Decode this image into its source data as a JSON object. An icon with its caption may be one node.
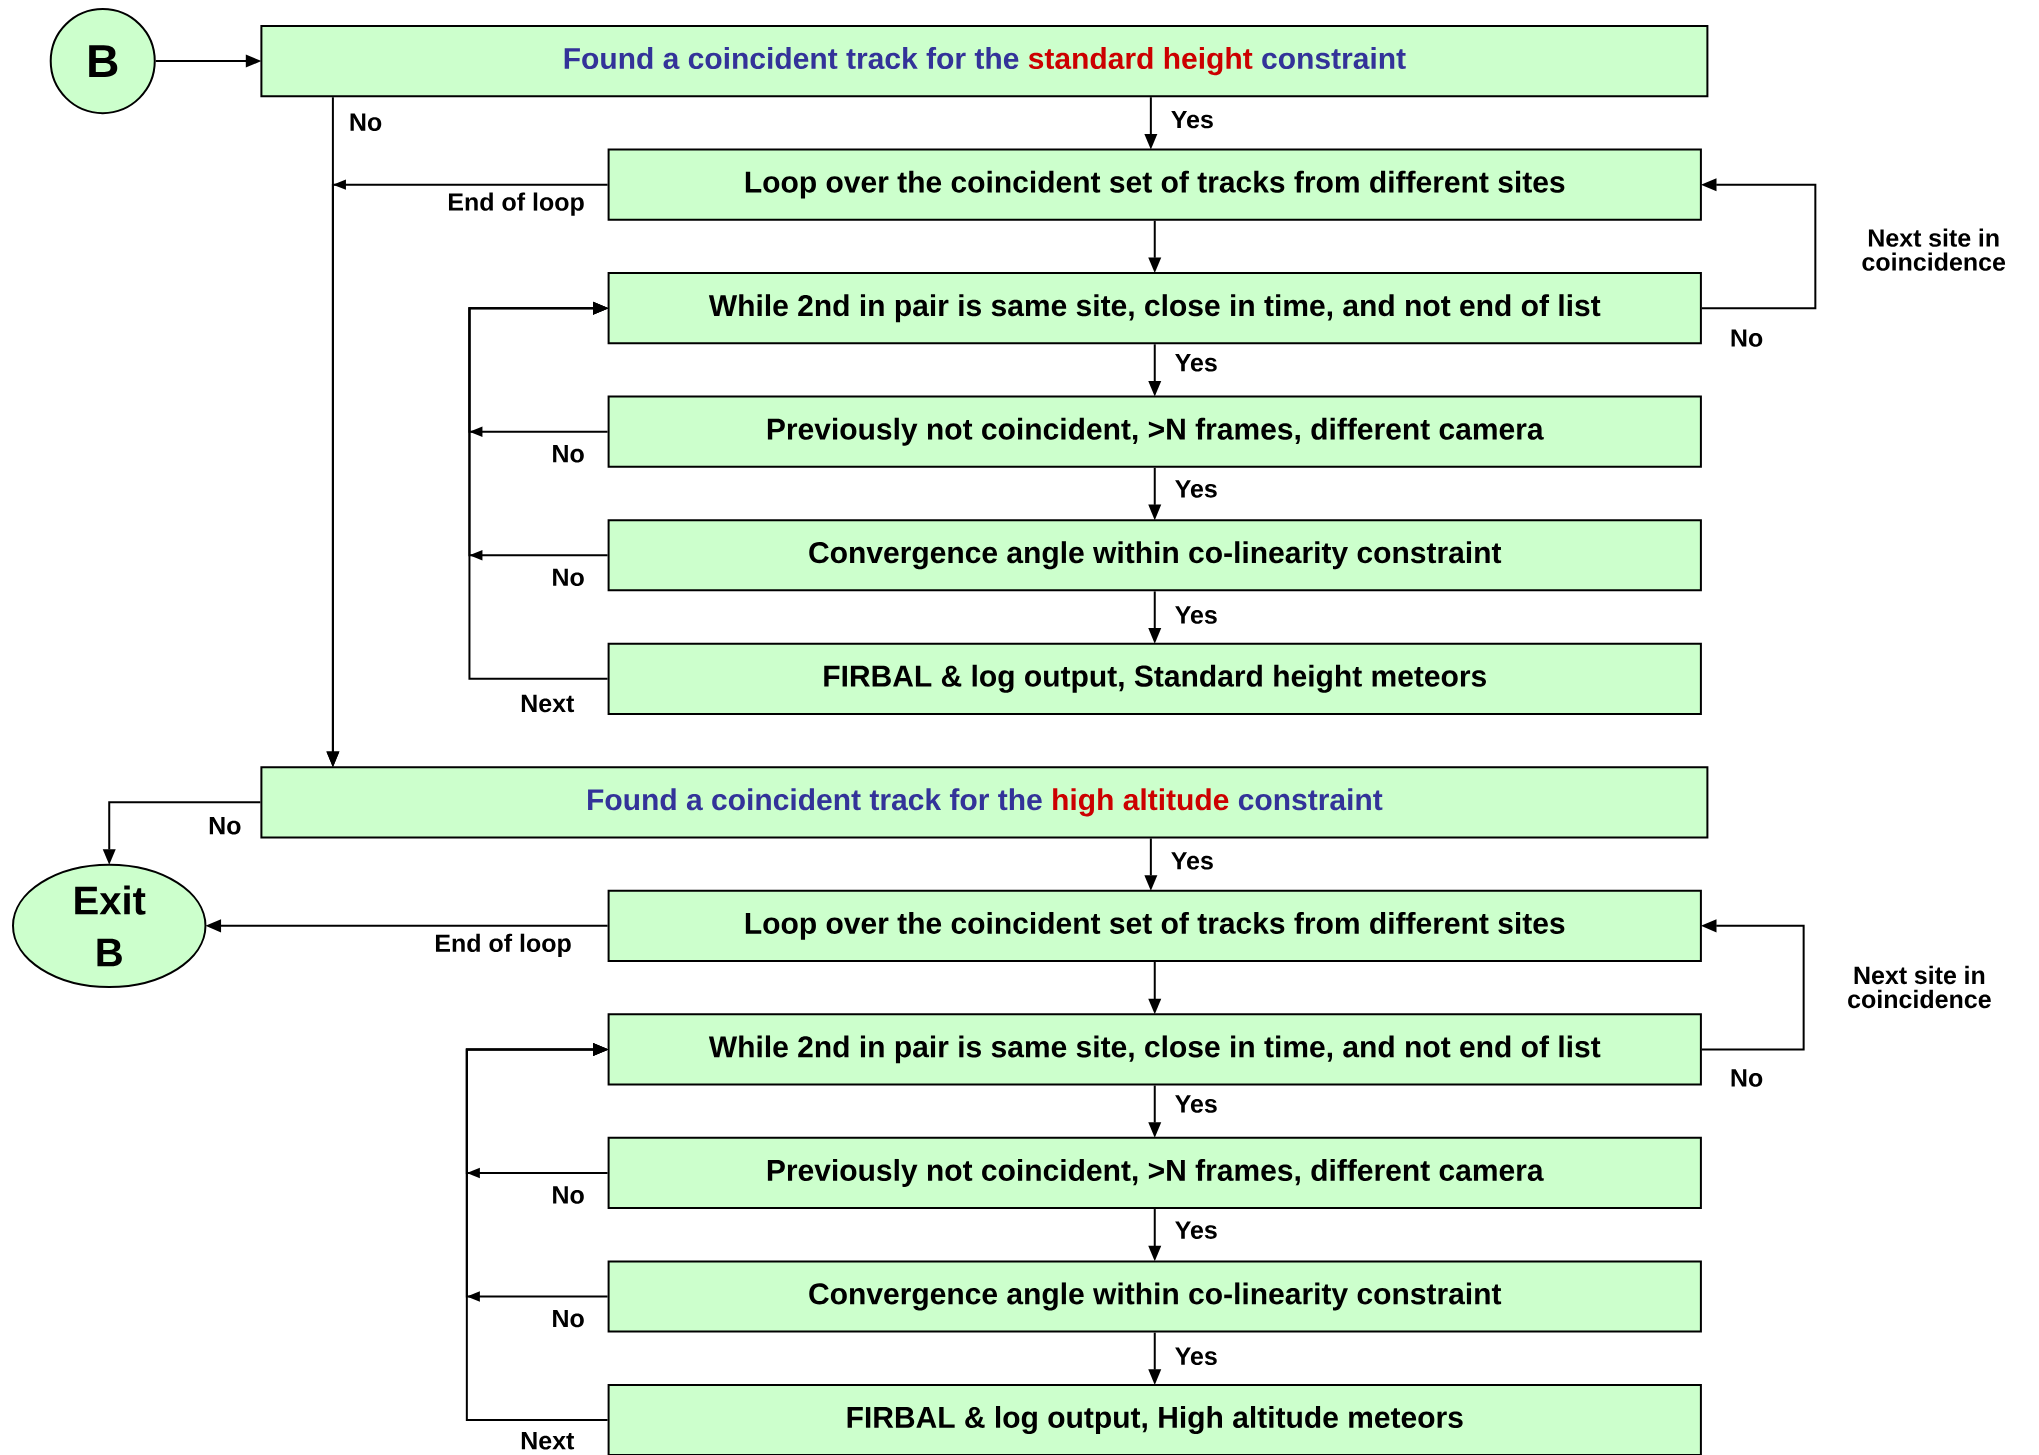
{
  "diagram": {
    "nodes": [
      {
        "text": [
          "B"
        ]
      },
      {
        "text": [
          "Found a coincident track for the",
          "standard height",
          "constraint"
        ]
      },
      {
        "text": [
          "Loop over the coincident set of tracks from different sites"
        ]
      },
      {
        "text": [
          "While 2nd in pair is same site, close in time, and not end of list"
        ]
      },
      {
        "text": [
          "Previously not coincident,  >N frames,  different camera"
        ]
      },
      {
        "text": [
          "Convergence angle within co-linearity constraint"
        ]
      },
      {
        "text": [
          "FIRBAL & log output,   Standard height meteors"
        ]
      },
      {
        "text": [
          "Found a coincident track for the",
          "high altitude",
          "constraint"
        ]
      },
      {
        "text": [
          "Exit B"
        ]
      },
      {
        "text": [
          "Loop over the coincident set of tracks from different sites"
        ]
      },
      {
        "text": [
          "While 2nd in pair is same site, close in time, and not end of list"
        ]
      },
      {
        "text": [
          "Previously not coincident,  >N frames,  different camera"
        ]
      },
      {
        "text": [
          "Convergence angle within co-linearity constraint"
        ]
      },
      {
        "text": [
          "FIRBAL & log output,   High altitude meteors"
        ]
      }
    ],
    "edges": [
      {
        "from": 0,
        "to": 1,
        "arrow": "to"
      },
      {
        "from": 1,
        "to": 2,
        "arrow": "to",
        "label": "Yes"
      },
      {
        "from": 1,
        "to": 7,
        "arrow": "to",
        "label": "No"
      },
      {
        "from": 2,
        "to": 7,
        "arrow": "to",
        "label": "End of loop"
      },
      {
        "from": 2,
        "to": 3,
        "arrow": "to"
      },
      {
        "from": 3,
        "to": 2,
        "arrow": "to",
        "label": "No"
      },
      {
        "from": 3,
        "to": 4,
        "arrow": "to",
        "label": "Yes"
      },
      {
        "from": 4,
        "to": 3,
        "arrow": "to",
        "label": "No"
      },
      {
        "from": 4,
        "to": 5,
        "arrow": "to",
        "label": "Yes"
      },
      {
        "from": 5,
        "to": 3,
        "arrow": "to",
        "label": "No"
      },
      {
        "from": 5,
        "to": 6,
        "arrow": "to",
        "label": "Yes"
      },
      {
        "from": 6,
        "to": 3,
        "arrow": "to",
        "label": "Next"
      },
      {
        "from": 7,
        "to": 8,
        "arrow": "to",
        "label": "No"
      },
      {
        "from": 7,
        "to": 9,
        "arrow": "to",
        "label": "Yes"
      },
      {
        "from": 9,
        "to": 8,
        "arrow": "to",
        "label": "End of loop"
      },
      {
        "from": 9,
        "to": 10,
        "arrow": "to"
      },
      {
        "from": 10,
        "to": 9,
        "arrow": "to",
        "label": "No"
      },
      {
        "from": 10,
        "to": 11,
        "arrow": "to",
        "label": "Yes"
      },
      {
        "from": 11,
        "to": 10,
        "arrow": "to",
        "label": "No"
      },
      {
        "from": 11,
        "to": 12,
        "arrow": "to",
        "label": "Yes"
      },
      {
        "from": 12,
        "to": 10,
        "arrow": "to",
        "label": "No"
      },
      {
        "from": 12,
        "to": 13,
        "arrow": "to",
        "label": "Yes"
      },
      {
        "from": 13,
        "to": 10,
        "arrow": "to",
        "label": "Next"
      }
    ],
    "labels": [
      "Next site in coincidence",
      "Next site in coincidence"
    ]
  }
}
